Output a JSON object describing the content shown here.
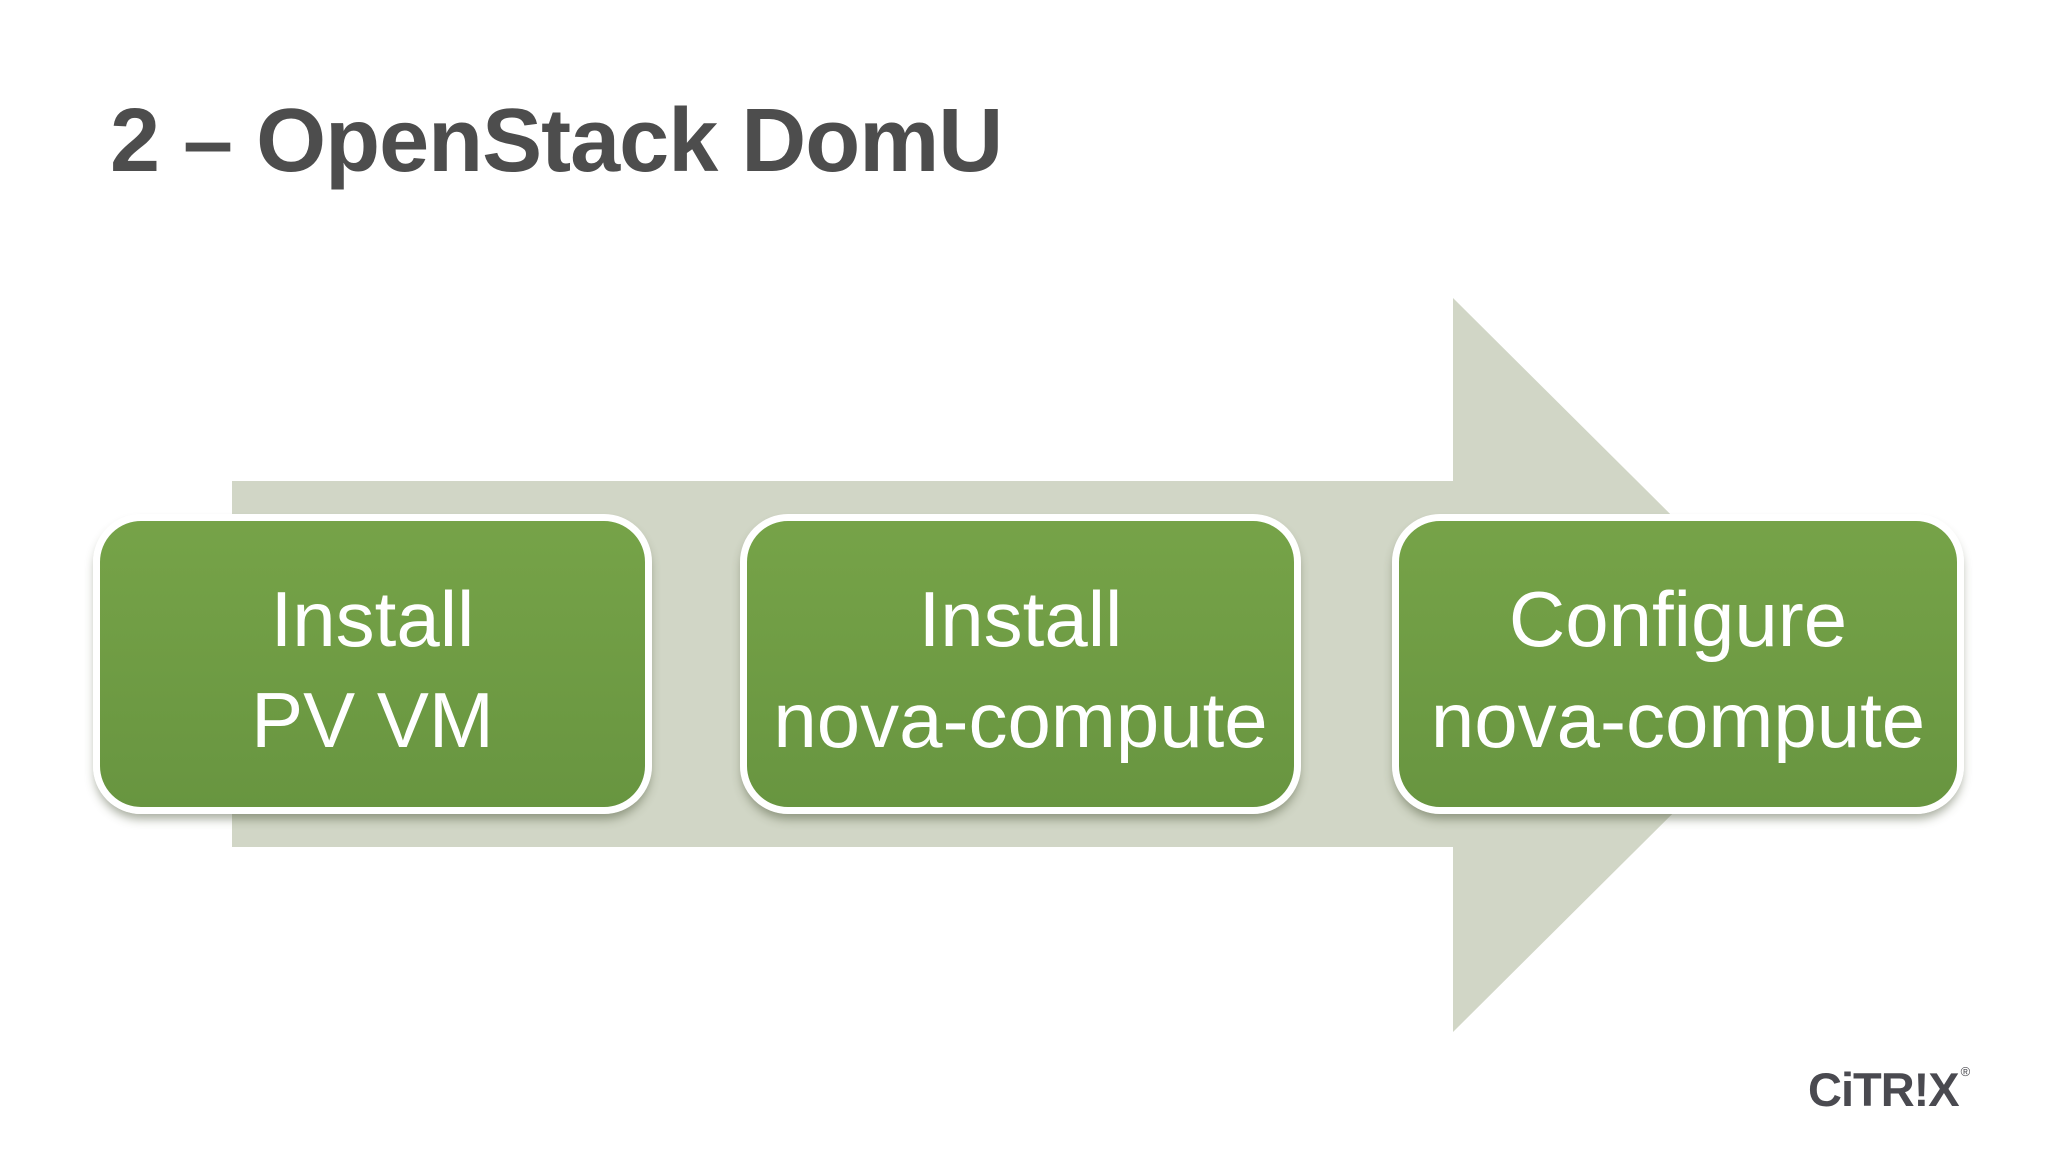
{
  "slide": {
    "title": "2 – OpenStack DomU",
    "steps": [
      {
        "line1": "Install",
        "line2": "PV VM"
      },
      {
        "line1": "Install",
        "line2": "nova-compute"
      },
      {
        "line1": "Configure",
        "line2": "nova-compute"
      }
    ],
    "logo": {
      "text": "CiTR!X",
      "registered": "®"
    },
    "colors": {
      "box_green": "#6f9c41",
      "arrow_sage": "#d1d6c6",
      "title_gray": "#4d4d4d",
      "logo_gray": "#4a4a50",
      "box_text_white": "#ffffff",
      "background": "#ffffff"
    }
  }
}
